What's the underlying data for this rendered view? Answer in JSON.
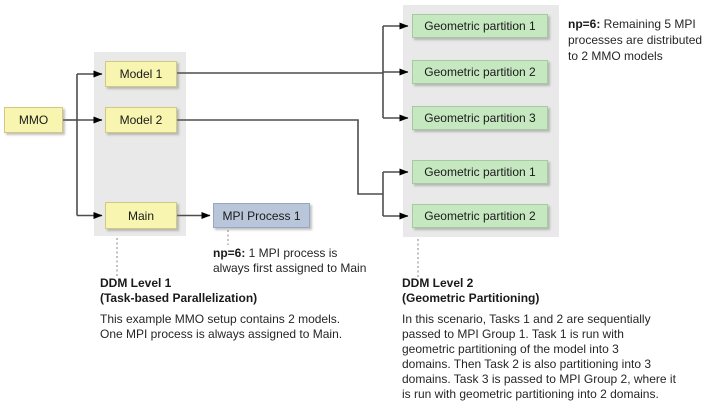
{
  "diagram": {
    "mmo": {
      "label": "MMO"
    },
    "left_panel": {
      "boxes": [
        {
          "label": "Model 1"
        },
        {
          "label": "Model 2"
        },
        {
          "label": "Main"
        }
      ]
    },
    "mpi_process": {
      "label": "MPI Process 1"
    },
    "right_panel": {
      "group1": [
        {
          "label": "Geometric partition 1"
        },
        {
          "label": "Geometric partition 2"
        },
        {
          "label": "Geometric partition 3"
        }
      ],
      "group2": [
        {
          "label": "Geometric partition 1"
        },
        {
          "label": "Geometric partition 2"
        }
      ]
    }
  },
  "annotations": {
    "np6_main": {
      "prefix": "np=6:",
      "line1_rest": " 1 MPI process is",
      "line2": "always first assigned to Main"
    },
    "np6_models": {
      "prefix": "np=6:",
      "line1_rest": " Remaining 5 MPI",
      "line2": "processes are distributed",
      "line3": "to 2 MMO models"
    }
  },
  "captions": {
    "ddm1": {
      "title_line1": "DDM Level 1",
      "title_line2": "(Task-based Parallelization)",
      "body_line1": "This example MMO setup contains 2 models.",
      "body_line2": "One MPI process is always assigned to Main."
    },
    "ddm2": {
      "title_line1": "DDM Level 2",
      "title_line2": "(Geometric Partitioning)",
      "body_line1": "In this scenario, Tasks 1 and 2 are sequentially",
      "body_line2": "passed to MPI Group 1. Task 1 is run with",
      "body_line3": "geometric partitioning of the model into 3",
      "body_line4": "domains. Then Task 2 is also partitioning into 3",
      "body_line5": "domains. Task 3 is passed to MPI Group 2, where it",
      "body_line6": "is run with geometric partitioning into 2 domains."
    }
  },
  "colors": {
    "task_box_fill": "#f8f5b0",
    "task_box_border": "#cfc983",
    "partition_box_fill": "#c6e8c1",
    "partition_box_border": "#a6c9a1",
    "mpi_box_fill": "#b9c5d8",
    "mpi_box_border": "#98a7c1",
    "panel_fill": "#e9e9e9",
    "connector_line": "#4d4d4d",
    "arrowhead": "#000000",
    "dotted_line": "#999999"
  }
}
